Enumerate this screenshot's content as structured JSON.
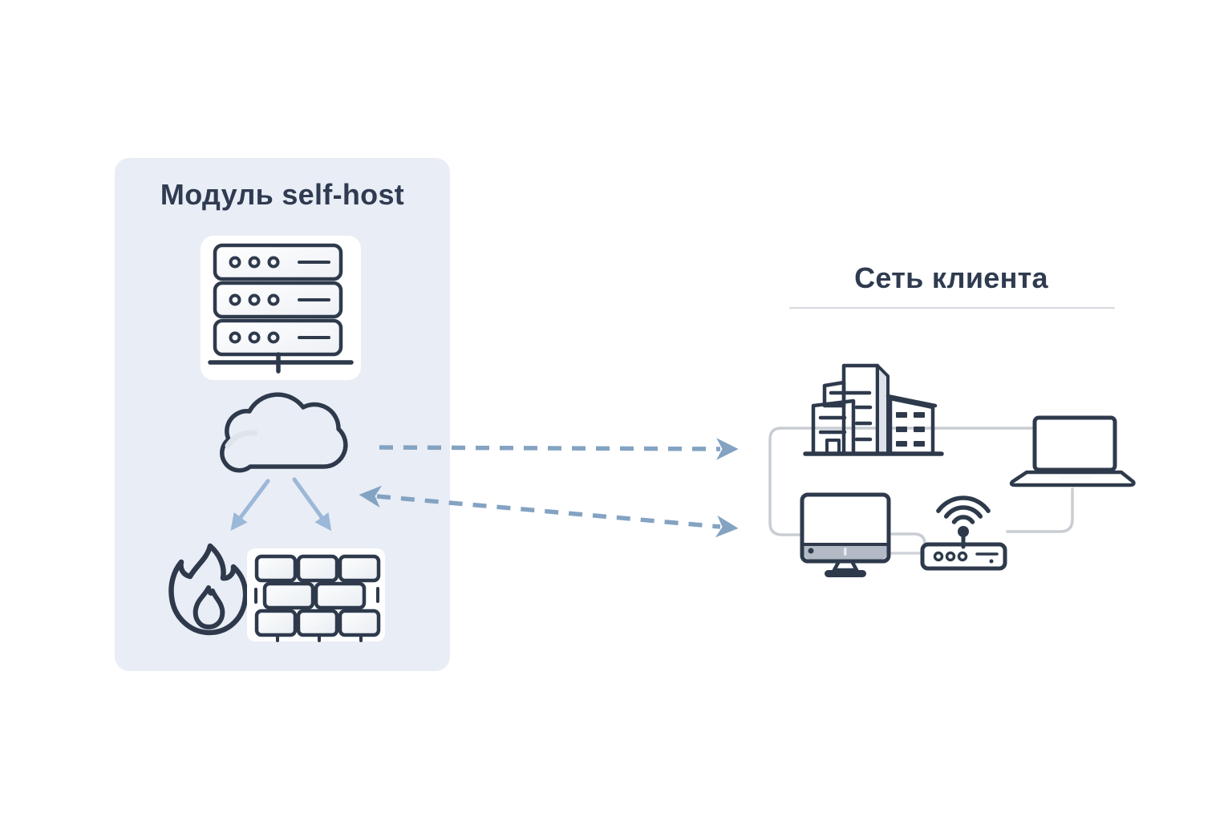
{
  "titles": {
    "left_panel": "Модуль self-host",
    "client_network": "Сеть клиента"
  },
  "icons": {
    "left_panel": [
      "server-stack-icon",
      "cloud-icon",
      "fire-icon",
      "firewall-brick-wall-icon"
    ],
    "client_network": [
      "office-building-icon",
      "laptop-icon",
      "desktop-monitor-icon",
      "wifi-router-icon"
    ]
  },
  "connections": {
    "cloud_to_client_dashed_arrow": "right",
    "client_to_cloud_dashed_arrow": "bidirectional",
    "cloud_to_fire_arrow": "down-left",
    "cloud_to_firewall_arrow": "down-right"
  },
  "colors": {
    "ink": "#2e3a4c",
    "panel_bg": "#e9edf6",
    "title_text": "#2f3b50",
    "arrow_solid": "#9cb8d8",
    "arrow_dash": "#84a3c2",
    "connector": "#c9cdd3",
    "underline": "#d7dade",
    "screen_fill": "#f1f4f8",
    "metal": "#b3bac6",
    "shade": "#dde2ea",
    "icon_fill": "#fcfdfe"
  }
}
